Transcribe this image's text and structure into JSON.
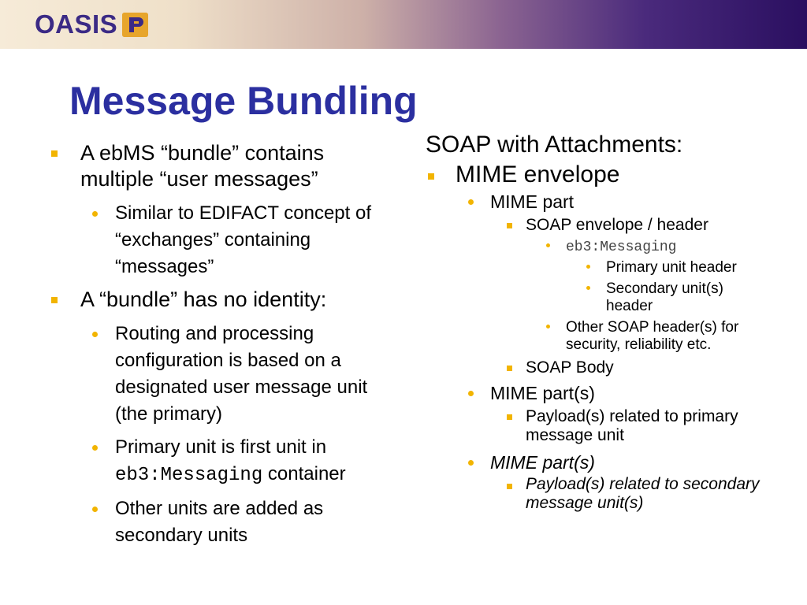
{
  "header": {
    "logo_text": "OASIS"
  },
  "title": "Message Bundling",
  "left": {
    "b1": "A ebMS “bundle” contains multiple “user messages”",
    "b1_1": "Similar to EDIFACT concept of “exchanges” containing “messages”",
    "b2": "A “bundle” has no identity:",
    "b2_1": "Routing and processing configuration is based on a designated user message unit (the primary)",
    "b2_2_pre": "Primary unit is first unit in",
    "b2_2_code": "eb3:Messaging",
    "b2_2_post": "container",
    "b2_3": "Other units are added as secondary units"
  },
  "right": {
    "heading": "SOAP with Attachments:",
    "mime_envelope": "MIME envelope",
    "mime_part": "MIME part",
    "soap_envelope": "SOAP envelope / header",
    "eb3_messaging": "eb3:Messaging",
    "primary_header": "Primary unit header",
    "secondary_header": "Secondary unit(s) header",
    "other_headers": "Other SOAP header(s) for security, reliability etc.",
    "soap_body": "SOAP Body",
    "mime_parts_1": "MIME part(s)",
    "payload_primary": "Payload(s) related to primary message unit",
    "mime_parts_2": "MIME part(s)",
    "payload_secondary": "Payload(s) related to secondary message unit(s)"
  }
}
